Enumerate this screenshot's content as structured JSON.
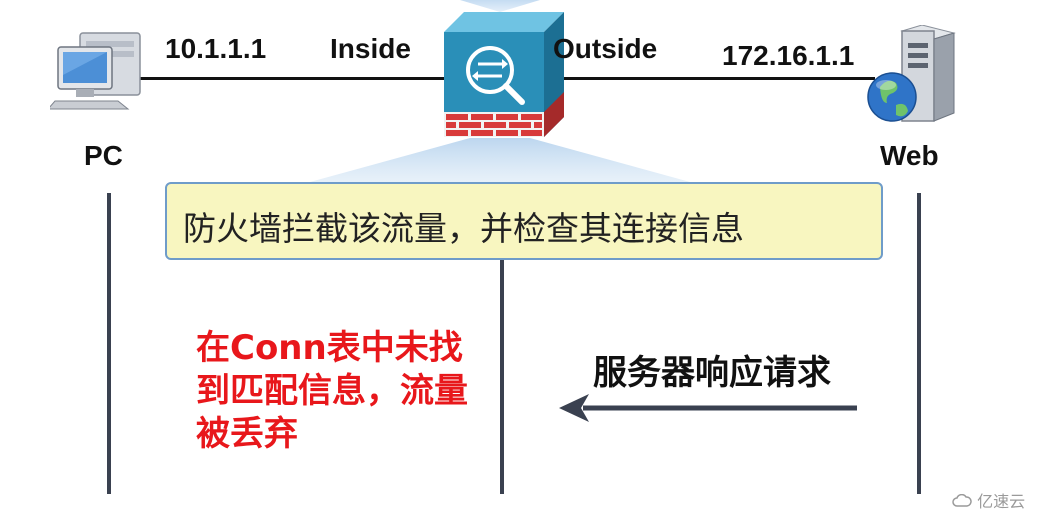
{
  "nodes": {
    "pc_ip": "10.1.1.1",
    "inside_label": "Inside",
    "outside_label": "Outside",
    "web_ip": "172.16.1.1",
    "pc_label": "PC",
    "web_label": "Web"
  },
  "callout": {
    "text": "防火墙拦截该流量，并检查其连接信息"
  },
  "notes": {
    "drop_message": "在Conn表中未找到匹配信息，流量被丢弃",
    "response_message": "服务器响应请求"
  },
  "watermark": {
    "text": "亿速云"
  },
  "colors": {
    "drop_text": "#e8171b",
    "callout_bg": "#f8f6c0",
    "callout_border": "#6f9cc9",
    "firewall_face": "#2a8fb8",
    "firewall_bricks": "#d83a3a",
    "timeline": "#3a4150"
  },
  "icons": {
    "pc": "desktop-computer-icon",
    "firewall": "firewall-icon",
    "server": "web-server-globe-icon"
  }
}
